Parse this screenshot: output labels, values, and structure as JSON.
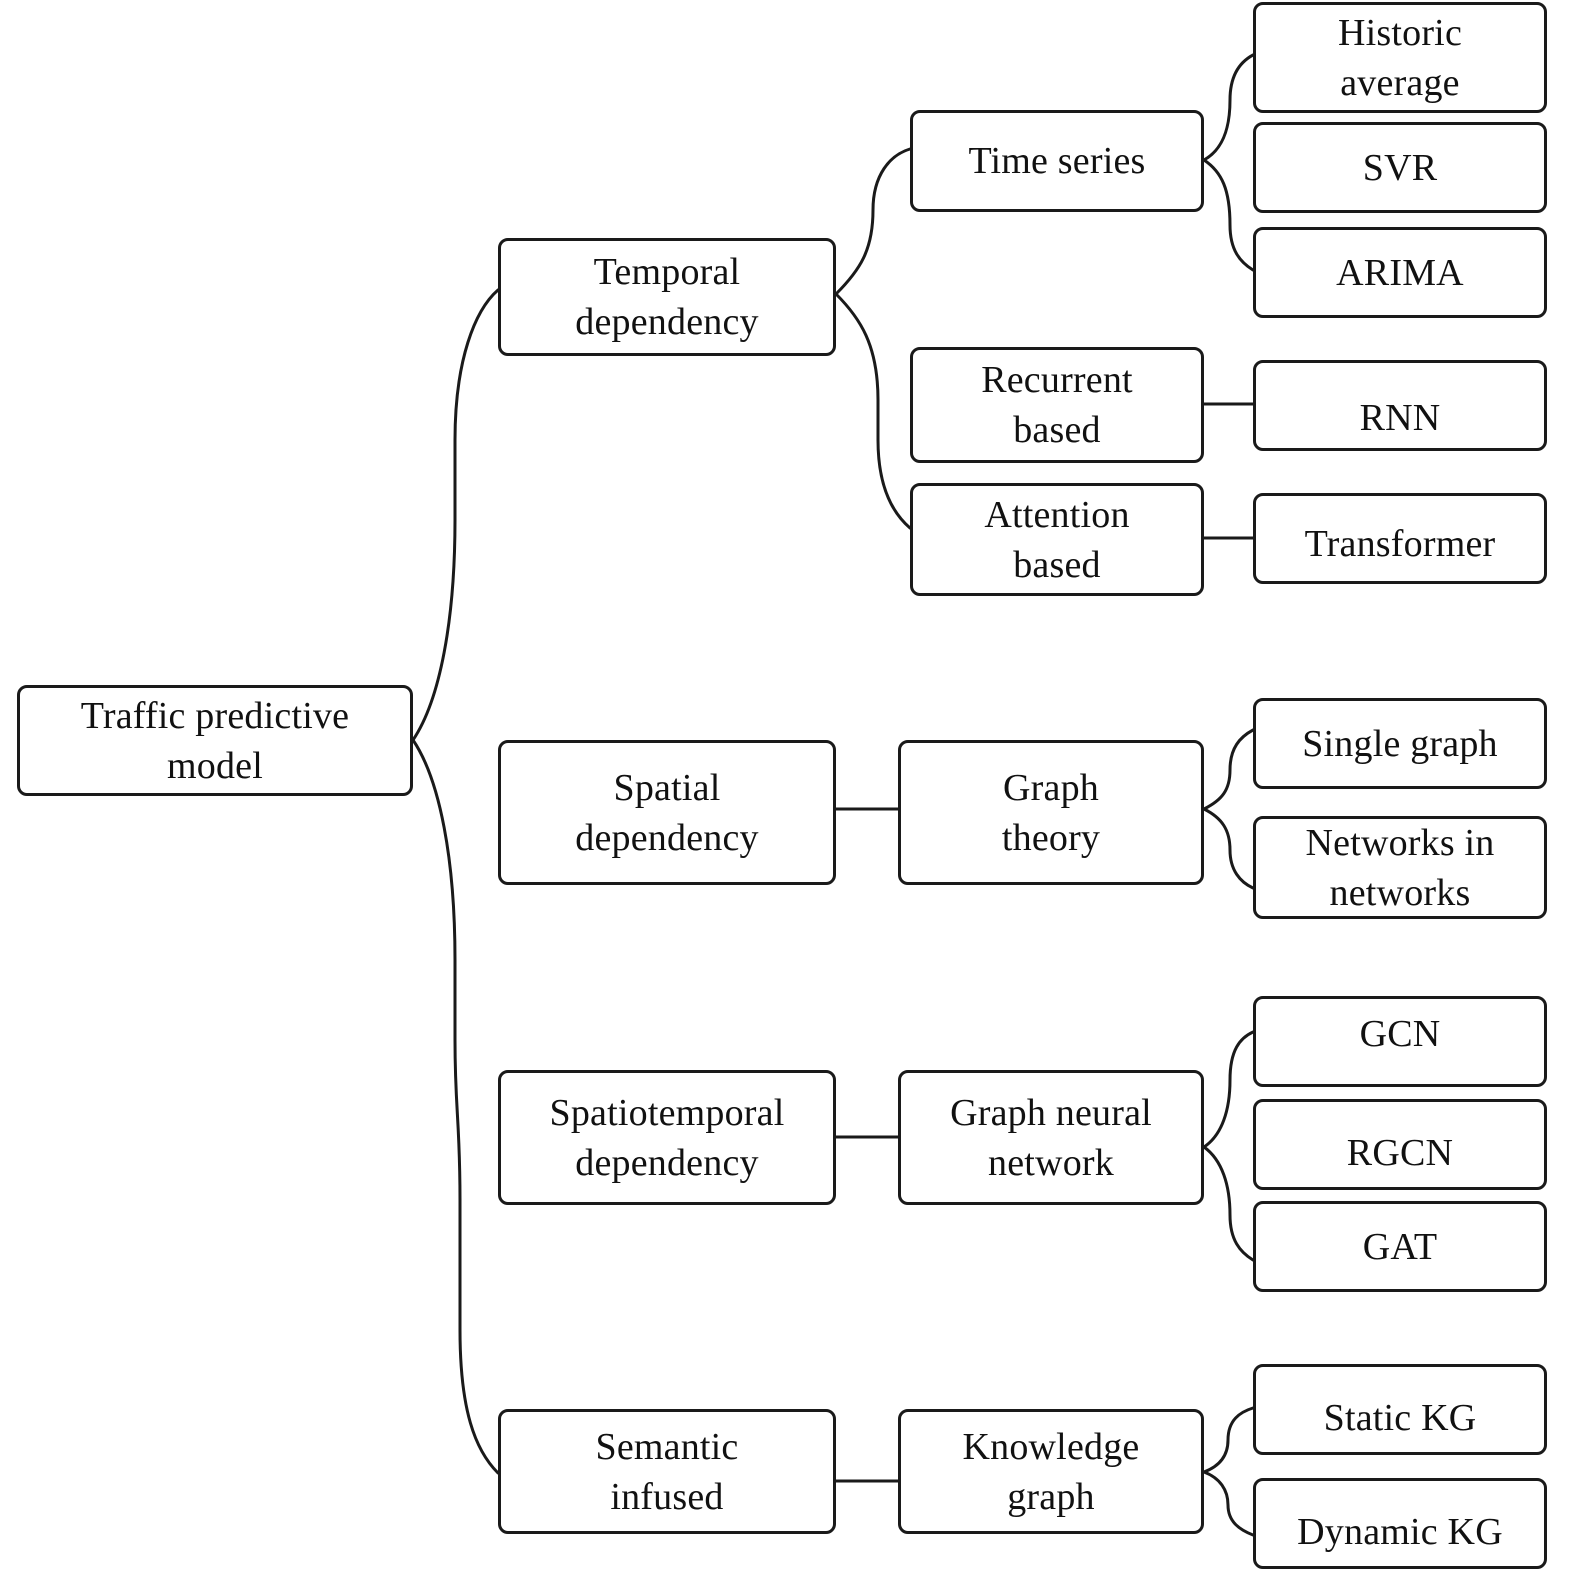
{
  "diagram": {
    "root": "Traffic predictive\nmodel",
    "categories": {
      "temporal": "Temporal\ndependency",
      "spatial": "Spatial\ndependency",
      "spatiotemporal": "Spatiotemporal\ndependency",
      "semantic": "Semantic\ninfused"
    },
    "approaches": {
      "time_series": "Time series",
      "recurrent": "Recurrent\nbased",
      "attention": "Attention\nbased",
      "graph_theory": "Graph\ntheory",
      "gnn": "Graph neural\nnetwork",
      "knowledge_graph": "Knowledge\ngraph"
    },
    "methods": {
      "historic_average": "Historic\naverage",
      "svr": "SVR",
      "arima": "ARIMA",
      "rnn": "RNN",
      "transformer": "Transformer",
      "single_graph": "Single graph",
      "networks_in_networks": "Networks in\nnetworks",
      "gcn": "GCN",
      "rgcn": "RGCN",
      "gat": "GAT",
      "static_kg": "Static KG",
      "dynamic_kg": "Dynamic KG"
    }
  }
}
